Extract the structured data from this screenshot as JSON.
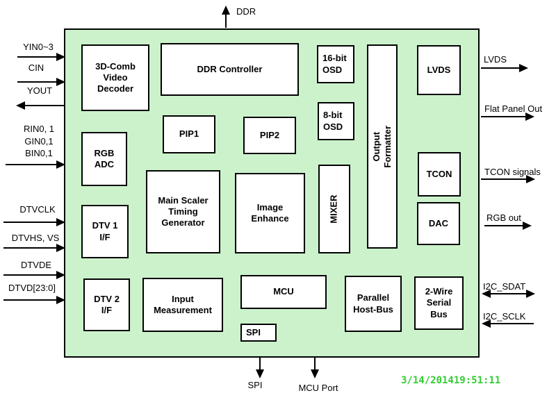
{
  "chip": {
    "blocks": {
      "comb_decoder": "3D-Comb\nVideo\nDecoder",
      "ddr_controller": "DDR Controller",
      "osd_16bit": "16-bit\nOSD",
      "osd_8bit": "8-bit\nOSD",
      "lvds": "LVDS",
      "pip1": "PIP1",
      "pip2": "PIP2",
      "output_formatter": "Output\nFormatter",
      "rgb_adc": "RGB\nADC",
      "tcon": "TCON",
      "main_scaler": "Main Scaler\nTiming\nGenerator",
      "image_enhance": "Image\nEnhance",
      "mixer": "MIXER",
      "dac": "DAC",
      "dtv1_if": "DTV 1\nI/F",
      "dtv2_if": "DTV 2\nI/F",
      "input_measurement": "Input\nMeasurement",
      "mcu": "MCU",
      "spi": "SPI",
      "parallel_host_bus": "Parallel\nHost-Bus",
      "two_wire_serial_bus": "2-Wire\nSerial\nBus"
    }
  },
  "ports": {
    "top": {
      "ddr": "DDR"
    },
    "left": {
      "yin": "YIN0~3",
      "cin": "CIN",
      "yout": "YOUT",
      "rgb_in": "RIN0, 1\nGIN0,1\nBIN0,1",
      "dtvclk": "DTVCLK",
      "dtvhs_vs": "DTVHS, VS",
      "dtvde": "DTVDE",
      "dtvd": "DTVD[23:0]"
    },
    "right": {
      "lvds": "LVDS",
      "flat_panel_out": "Flat Panel Out",
      "tcon_signals": "TCON signals",
      "rgb_out": "RGB out",
      "i2c_sdat": "I2C_SDAT",
      "i2c_sclk": "I2C_SCLK"
    },
    "bottom": {
      "spi": "SPI",
      "mcu_port": "MCU Port"
    }
  },
  "timestamp": "3/14/201419:51:11",
  "colors": {
    "chip_fill": "#ccf2cc",
    "block_fill": "#ffffff",
    "line": "#000000",
    "timestamp_green": "#32cd32"
  }
}
